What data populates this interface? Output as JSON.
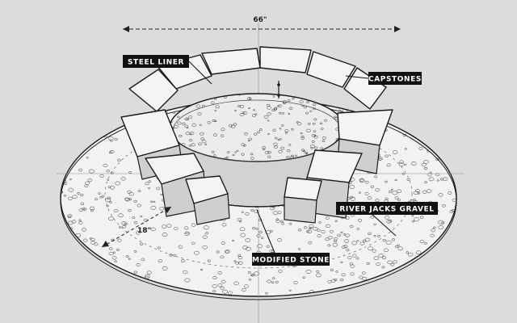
{
  "dimensions": {
    "diameter": "66\"",
    "width": "18\""
  },
  "labels": {
    "steel_liner": "STEEL LINER",
    "capstones": "CAPSTONES",
    "river_jacks_gravel": "RIVER JACKS GRAVEL",
    "modified_stone": "MODIFIED STONE"
  },
  "colors": {
    "background": "#dcdcdc",
    "ink": "#1b1b1b",
    "label_bg": "#111111",
    "label_text": "#ffffff",
    "paper": "#f4f4f4"
  }
}
